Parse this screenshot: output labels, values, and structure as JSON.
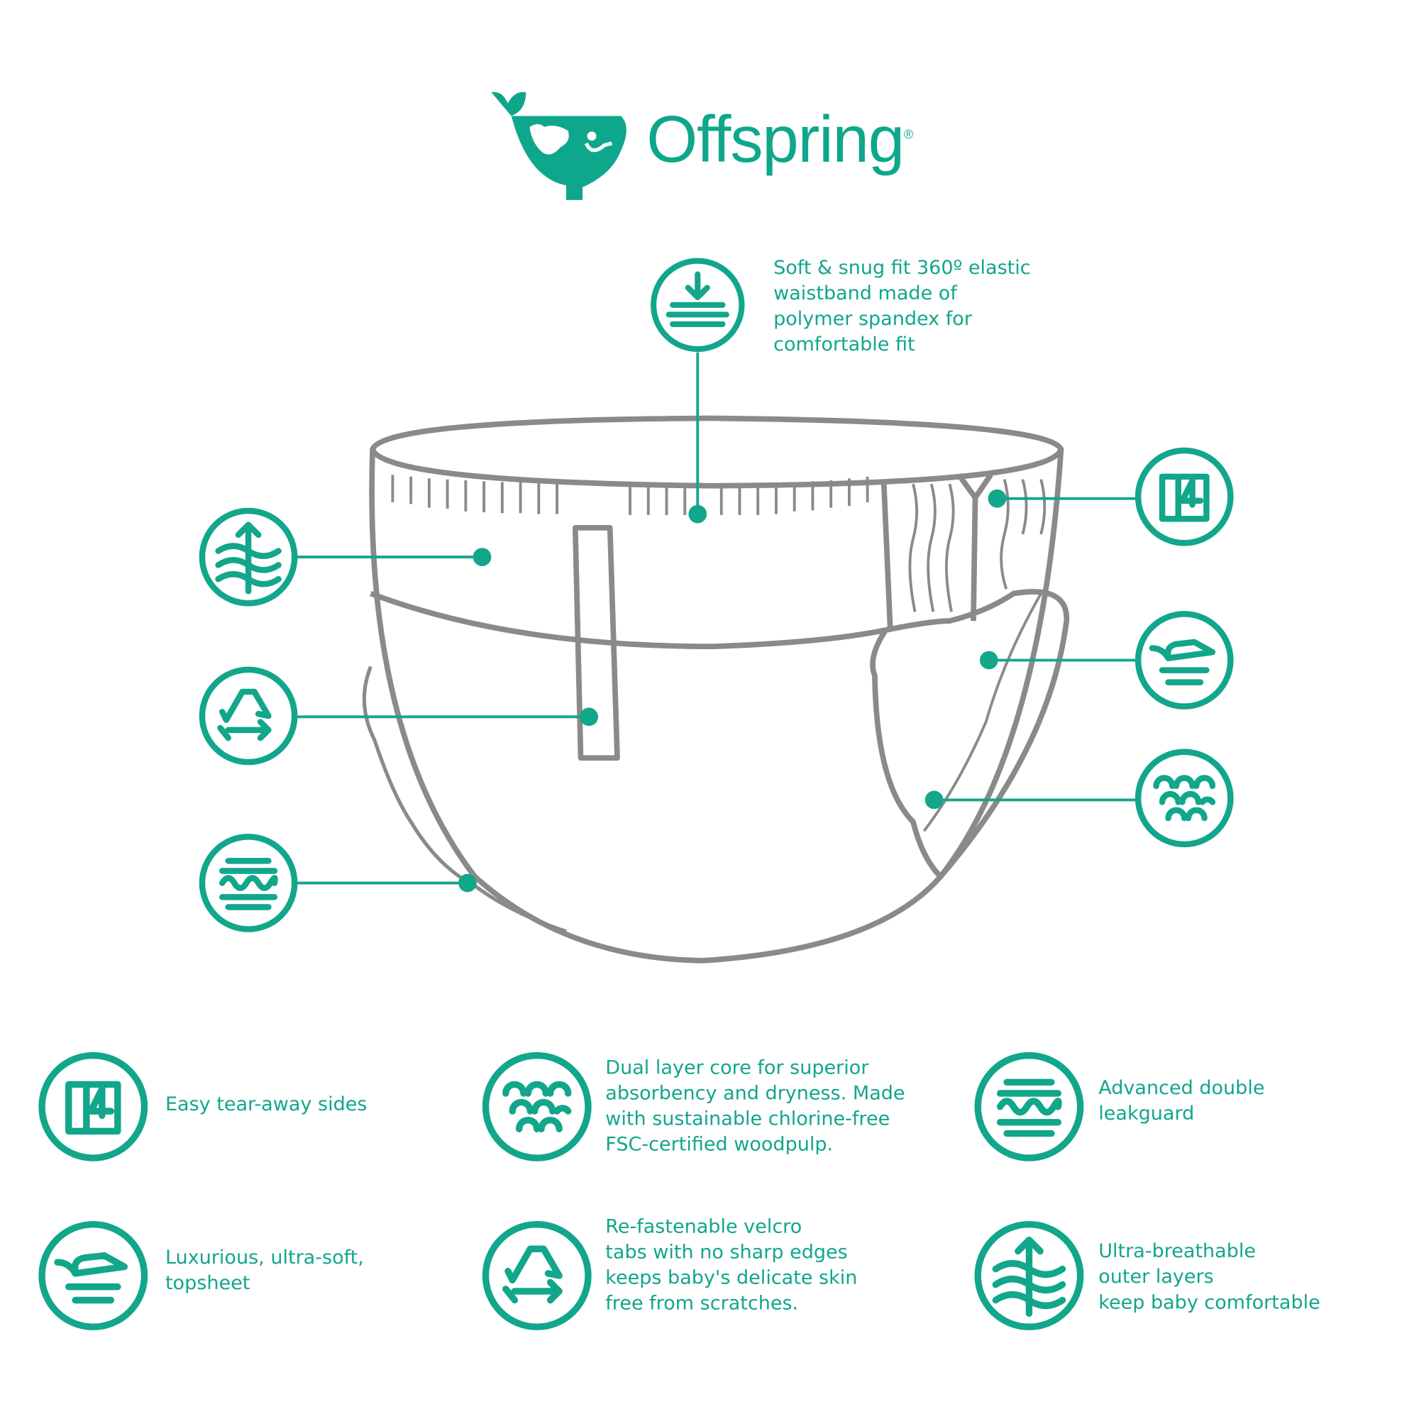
{
  "brand": {
    "name": "Offspring",
    "registered": "®"
  },
  "colors": {
    "accent": "#12a68b",
    "outline": "#8a8a8a"
  },
  "callout_top": {
    "lines": [
      "Soft & snug fit 360º elastic",
      "waistband made of",
      "polymer spandex for",
      "comfortable fit"
    ],
    "icon": "waistband-icon"
  },
  "features": [
    {
      "icon": "tear-away-icon",
      "lines": [
        "Easy tear-away sides"
      ]
    },
    {
      "icon": "absorbent-core-icon",
      "lines": [
        "Dual layer core for superior",
        "absorbency and dryness. Made",
        "with sustainable chlorine-free",
        "FSC-certified woodpulp."
      ]
    },
    {
      "icon": "leakguard-icon",
      "lines": [
        "Advanced double",
        "leakguard"
      ]
    },
    {
      "icon": "topsheet-icon",
      "lines": [
        "Luxurious, ultra-soft,",
        "topsheet"
      ]
    },
    {
      "icon": "velcro-recycle-icon",
      "lines": [
        "Re-fastenable velcro",
        "tabs with no sharp edges",
        "keeps baby's delicate skin",
        "free from scratches."
      ]
    },
    {
      "icon": "breathable-icon",
      "lines": [
        "Ultra-breathable",
        "outer layers",
        "keep baby comfortable"
      ]
    }
  ]
}
